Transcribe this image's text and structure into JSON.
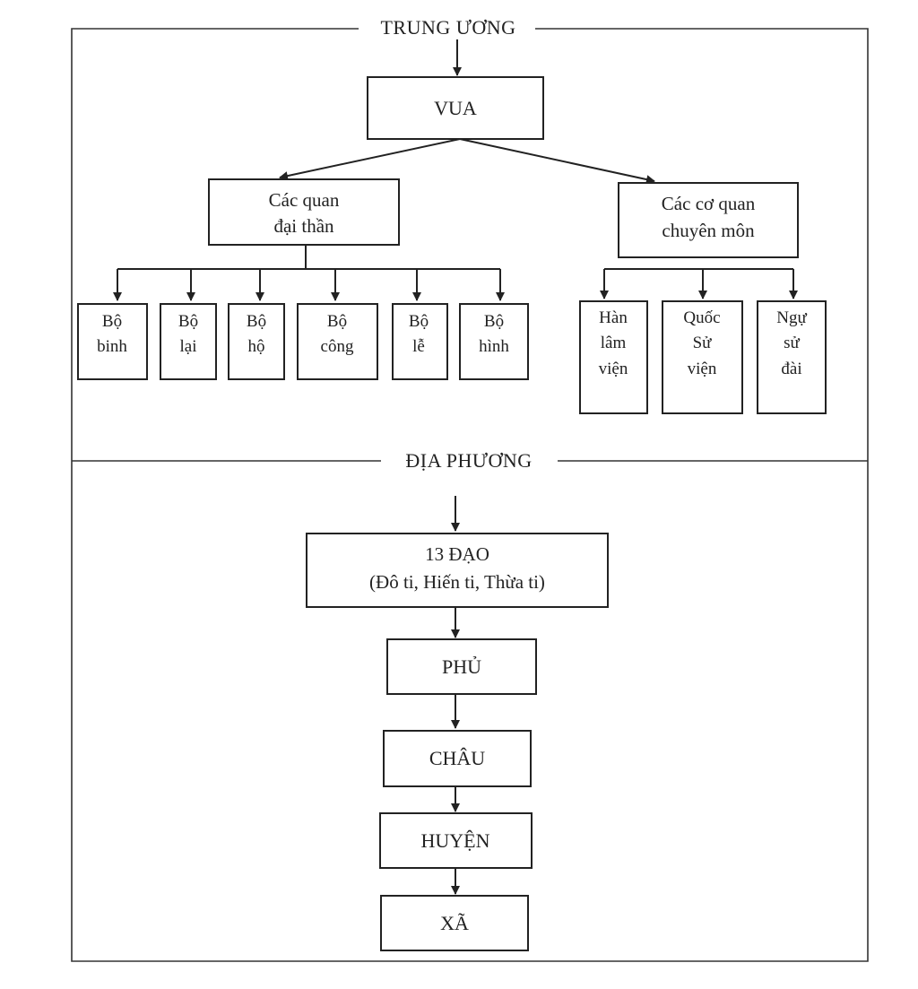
{
  "diagram": {
    "central_heading": "TRUNG ƯƠNG",
    "local_heading": "ĐỊA PHƯƠNG",
    "king": "VUA",
    "ministers": [
      "Các quan",
      "đại thần"
    ],
    "specialized": [
      "Các cơ quan",
      "chuyên môn"
    ],
    "ministries": [
      [
        "Bộ",
        "binh"
      ],
      [
        "Bộ",
        "lại"
      ],
      [
        "Bộ",
        "hộ"
      ],
      [
        "Bộ",
        "công"
      ],
      [
        "Bộ",
        "lễ"
      ],
      [
        "Bộ",
        "hình"
      ]
    ],
    "agencies": [
      [
        "Hàn",
        "lâm",
        "viện"
      ],
      [
        "Quốc",
        "Sử",
        "viện"
      ],
      [
        "Ngự",
        "sử",
        "đài"
      ]
    ],
    "dao": [
      "13 ĐẠO",
      "(Đô ti, Hiến ti, Thừa ti)"
    ],
    "phu": "PHỦ",
    "chau": "CHÂU",
    "huyen": "HUYỆN",
    "xa": "XÃ"
  }
}
